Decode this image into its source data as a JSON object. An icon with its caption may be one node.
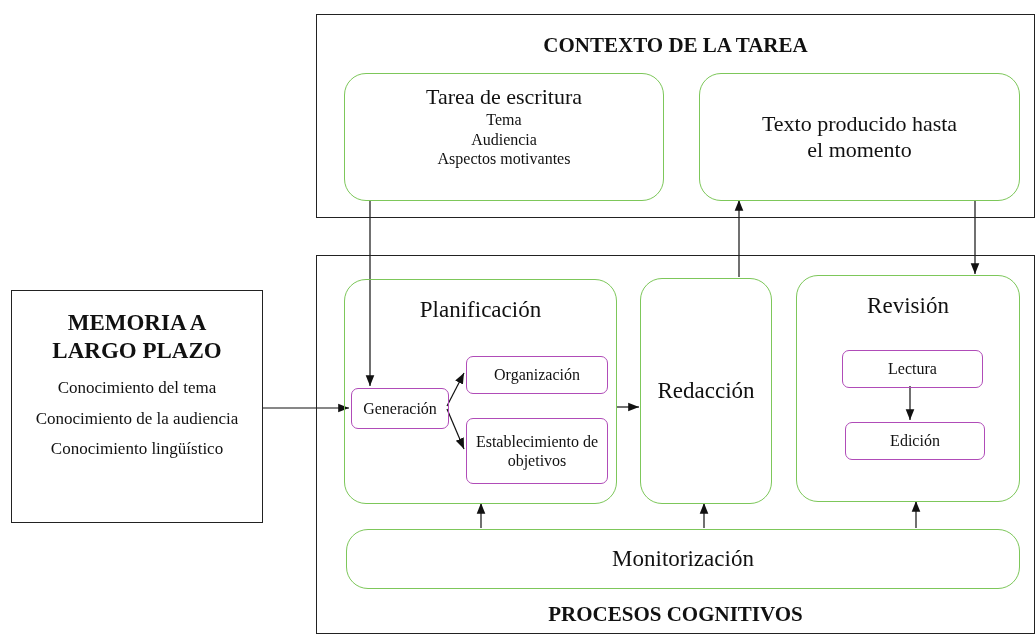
{
  "diagram": {
    "nodes": [
      {
        "text": [
          "CONTEXTO DE LA TAREA"
        ]
      },
      {
        "text": [
          "Tarea de escritura",
          "Tema",
          "Audiencia",
          "Aspectos motivantes"
        ],
        "in": 0
      },
      {
        "text": [
          "Texto producido hasta el momento"
        ],
        "in": 0
      },
      {
        "text": [
          "PROCESOS COGNITIVOS"
        ]
      },
      {
        "text": [
          "Planificación"
        ],
        "in": 3
      },
      {
        "text": [
          "Generación"
        ],
        "in": 4
      },
      {
        "text": [
          "Organización"
        ],
        "in": 4
      },
      {
        "text": [
          "Establecimiento de objetivos"
        ],
        "in": 4
      },
      {
        "text": [
          "Redacción"
        ],
        "in": 3
      },
      {
        "text": [
          "Revisión"
        ],
        "in": 3
      },
      {
        "text": [
          "Lectura"
        ],
        "in": 9
      },
      {
        "text": [
          "Edición"
        ],
        "in": 9
      },
      {
        "text": [
          "Monitorización"
        ],
        "in": 3
      },
      {
        "text": [
          "MEMORIA A LARGO PLAZO",
          "Conocimiento del tema",
          "Conocimiento de la audiencia",
          "Conocimiento lingüístico"
        ]
      }
    ],
    "edges": [
      {
        "from": 1,
        "to": 5,
        "arrow": "to"
      },
      {
        "from": 13,
        "to": 5,
        "arrow": "to"
      },
      {
        "from": 5,
        "to": 6,
        "arrow": "to"
      },
      {
        "from": 5,
        "to": 7,
        "arrow": "to"
      },
      {
        "from": 4,
        "to": 8,
        "arrow": "to"
      },
      {
        "from": 8,
        "to": 2,
        "arrow": "to"
      },
      {
        "from": 2,
        "to": 9,
        "arrow": "to"
      },
      {
        "from": 10,
        "to": 11,
        "arrow": "to"
      },
      {
        "from": 12,
        "to": 4,
        "arrow": "to"
      },
      {
        "from": 12,
        "to": 8,
        "arrow": "to"
      },
      {
        "from": 12,
        "to": 9,
        "arrow": "to"
      }
    ]
  }
}
